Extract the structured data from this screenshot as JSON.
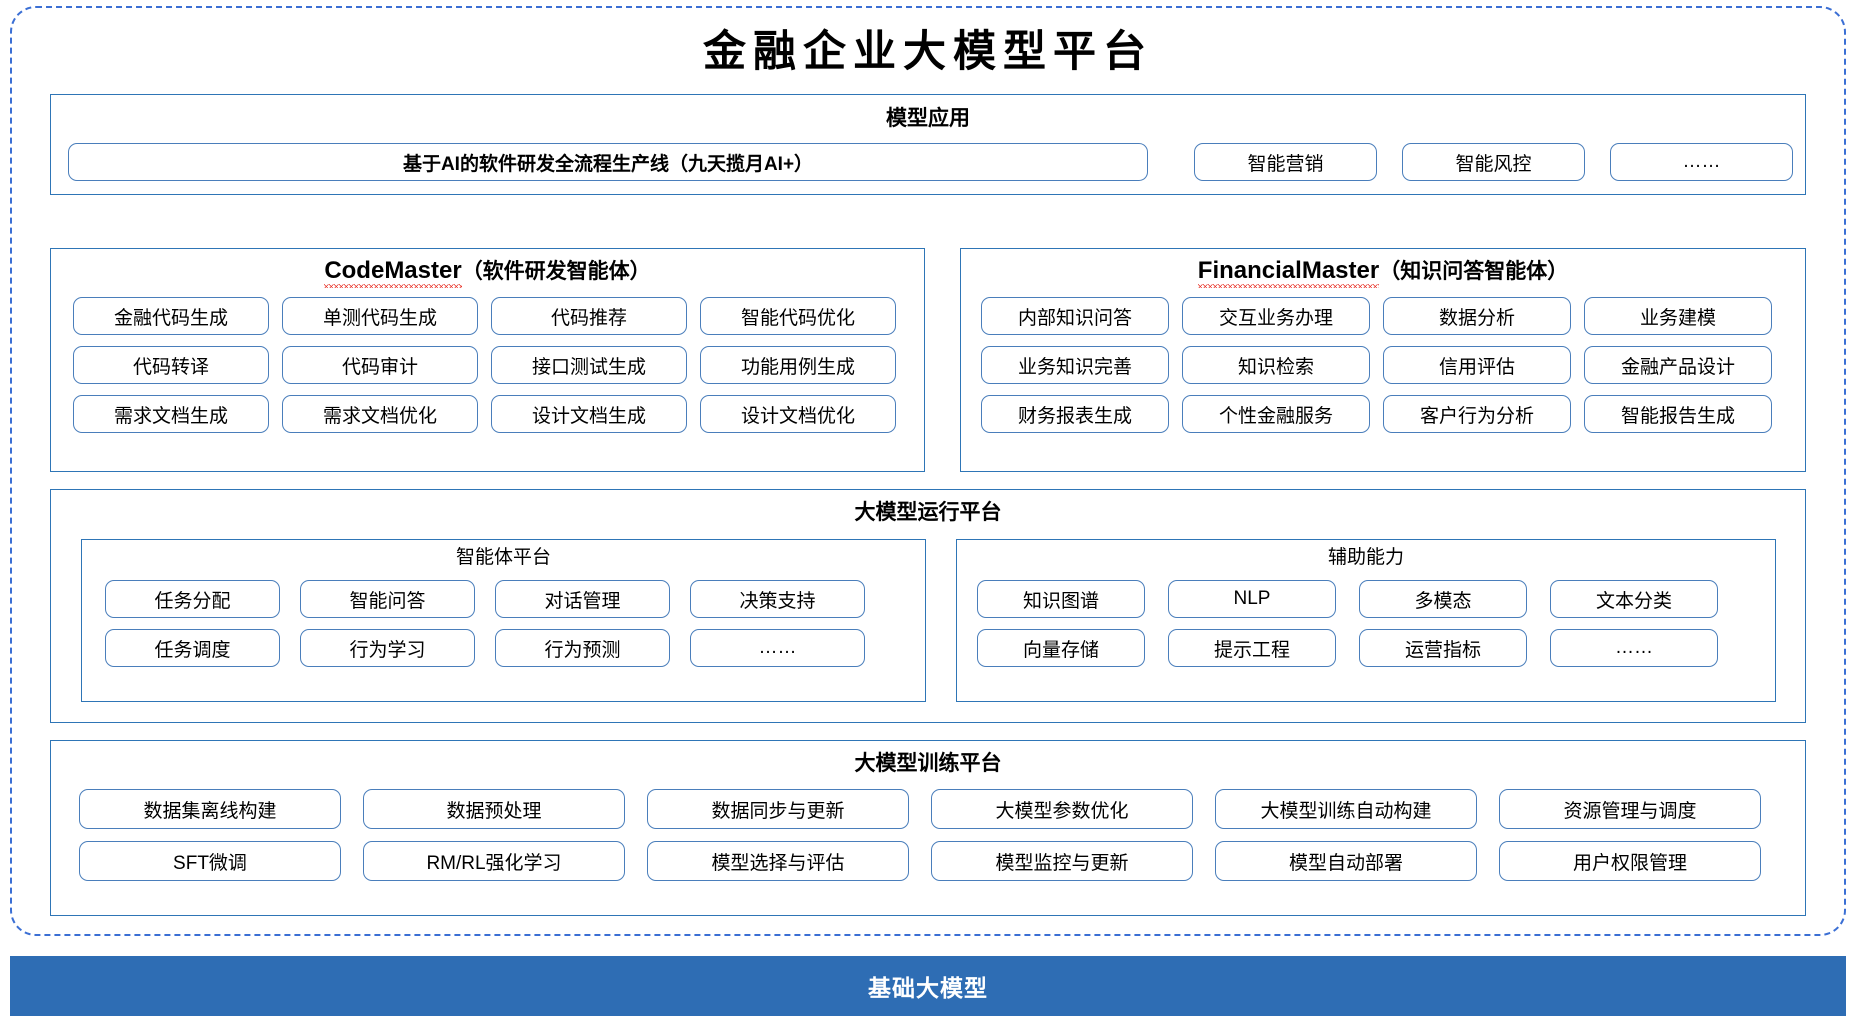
{
  "diagram": {
    "title": "金融企业大模型平台",
    "foundation_bar": "基础大模型",
    "colors": {
      "frame_dashed": "#3b6fd4",
      "panel_border": "#2e75b6",
      "pill_border": "#4a7ebb",
      "bottom_bar_bg": "#2e6db4",
      "bottom_bar_text": "#ffffff",
      "spellcheck_squiggle": "#e8342a"
    }
  },
  "model_application": {
    "title": "模型应用",
    "wide_item": "基于AI的软件研发全流程生产线（九天揽月AI+）",
    "items": [
      "智能营销",
      "智能风控",
      "……"
    ]
  },
  "code_master": {
    "title_en": "CodeMaster",
    "title_cn": "（软件研发智能体）",
    "rows": [
      [
        "金融代码生成",
        "单测代码生成",
        "代码推荐",
        "智能代码优化"
      ],
      [
        "代码转译",
        "代码审计",
        "接口测试生成",
        "功能用例生成"
      ],
      [
        "需求文档生成",
        "需求文档优化",
        "设计文档生成",
        "设计文档优化"
      ]
    ]
  },
  "financial_master": {
    "title_en": "FinancialMaster",
    "title_cn": "（知识问答智能体）",
    "rows": [
      [
        "内部知识问答",
        "交互业务办理",
        "数据分析",
        "业务建模"
      ],
      [
        "业务知识完善",
        "知识检索",
        "信用评估",
        "金融产品设计"
      ],
      [
        "财务报表生成",
        "个性金融服务",
        "客户行为分析",
        "智能报告生成"
      ]
    ]
  },
  "runtime_platform": {
    "title": "大模型运行平台",
    "agent_platform": {
      "title": "智能体平台",
      "rows": [
        [
          "任务分配",
          "智能问答",
          "对话管理",
          "决策支持"
        ],
        [
          "任务调度",
          "行为学习",
          "行为预测",
          "……"
        ]
      ]
    },
    "support_ability": {
      "title": "辅助能力",
      "rows": [
        [
          "知识图谱",
          "NLP",
          "多模态",
          "文本分类"
        ],
        [
          "向量存储",
          "提示工程",
          "运营指标",
          "……"
        ]
      ]
    }
  },
  "training_platform": {
    "title": "大模型训练平台",
    "rows": [
      [
        "数据集离线构建",
        "数据预处理",
        "数据同步与更新",
        "大模型参数优化",
        "大模型训练自动构建",
        "资源管理与调度"
      ],
      [
        "SFT微调",
        "RM/RL强化学习",
        "模型选择与评估",
        "模型监控与更新",
        "模型自动部署",
        "用户权限管理"
      ]
    ]
  }
}
